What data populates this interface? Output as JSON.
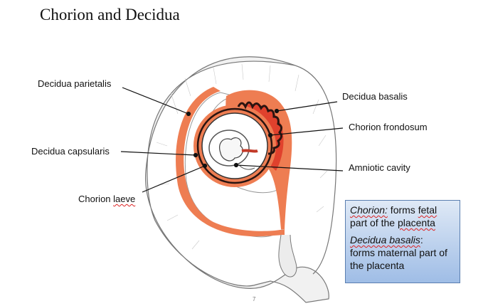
{
  "title": "Chorion and Decidua",
  "labels": {
    "decidua_parietalis": "Decidua parietalis",
    "decidua_capsularis": "Decidua capsularis",
    "chorion_laeve_1": "Chorion ",
    "chorion_laeve_2": "laeve",
    "decidua_basalis": "Decidua basalis",
    "chorion_frondosum": "Chorion frondosum",
    "amniotic_cavity": "Amniotic cavity"
  },
  "note": {
    "chorion_term": "Chorion:",
    "chorion_text_a": " forms ",
    "chorion_text_b": "fetal",
    "chorion_text_c": " part of the ",
    "chorion_text_d": "placenta",
    "decidua_term": "Decidua basalis",
    "decidua_colon": ":",
    "decidua_text": "forms maternal part of the placenta"
  },
  "slide_number": "7",
  "colors": {
    "decidua": "#ee7d52",
    "decidua_basalis": "#e0412d",
    "villi": "#2a1410",
    "note_border": "#5b7fb0"
  }
}
